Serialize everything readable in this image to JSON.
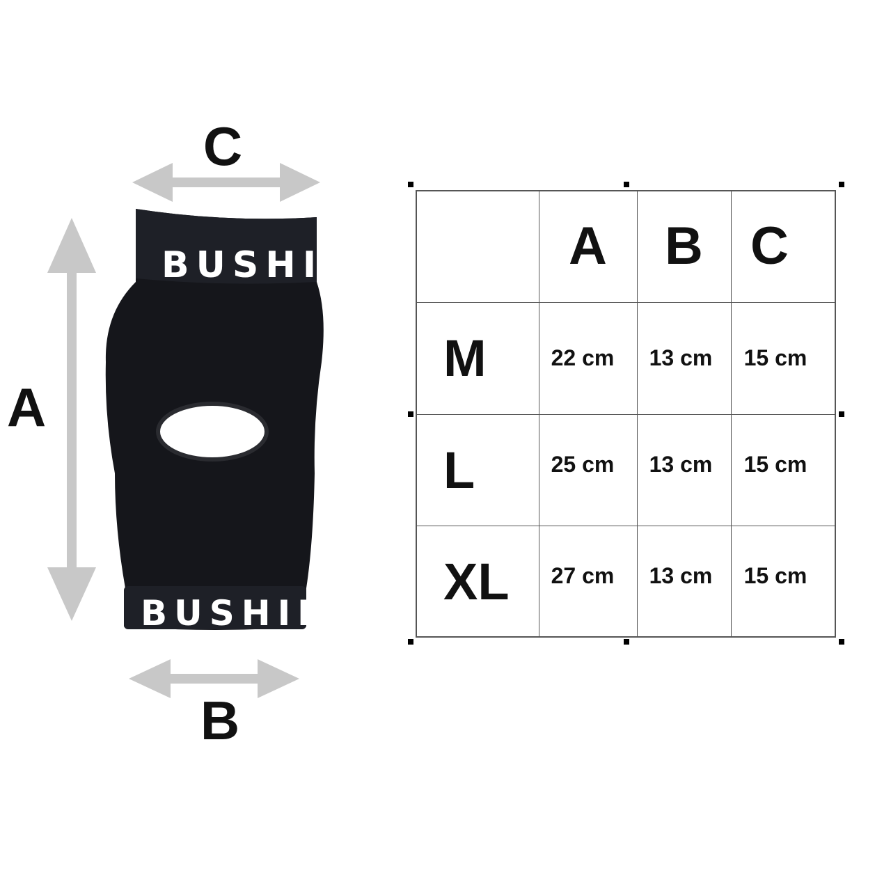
{
  "labels": {
    "a": "A",
    "b": "B",
    "c": "C"
  },
  "brand_text": "BUSHIDO",
  "colors": {
    "arrow": "#c8c8c8",
    "sleeve": "#15161b",
    "band_text": "#ffffff"
  },
  "table": {
    "headers": [
      "",
      "A",
      "B",
      "C"
    ],
    "rows": [
      {
        "size": "M",
        "values": [
          "22 cm",
          "13 cm",
          "15 cm"
        ]
      },
      {
        "size": "L",
        "values": [
          "25 cm",
          "13 cm",
          "15 cm"
        ]
      },
      {
        "size": "XL",
        "values": [
          "27 cm",
          "13 cm",
          "15 cm"
        ]
      }
    ]
  }
}
